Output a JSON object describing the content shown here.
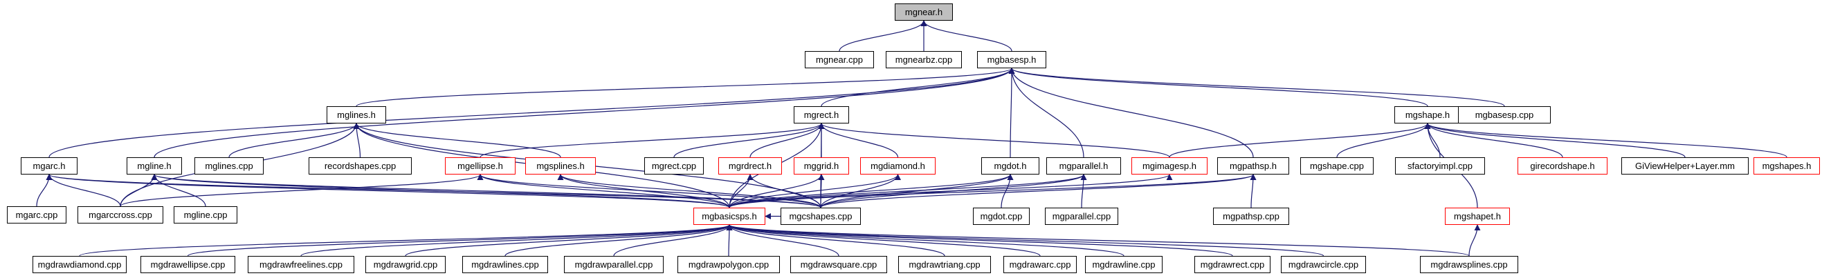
{
  "colors": {
    "edge": "#191970",
    "node_border": "#000000",
    "truncated_border": "#ff0000",
    "root_fill": "#bfbfbf",
    "node_fill": "#ffffff"
  },
  "nodes": [
    {
      "id": "mgnear_h",
      "label": "mgnear.h",
      "style": "root"
    },
    {
      "id": "mgnear_cpp",
      "label": "mgnear.cpp",
      "style": "normal"
    },
    {
      "id": "mgnearbz_cpp",
      "label": "mgnearbz.cpp",
      "style": "normal"
    },
    {
      "id": "mgbasesp_h",
      "label": "mgbasesp.h",
      "style": "normal"
    },
    {
      "id": "mglines_h",
      "label": "mglines.h",
      "style": "normal"
    },
    {
      "id": "mgrect_h",
      "label": "mgrect.h",
      "style": "normal"
    },
    {
      "id": "mgshape_h",
      "label": "mgshape.h",
      "style": "normal"
    },
    {
      "id": "mgbasesp_cpp",
      "label": "mgbasesp.cpp",
      "style": "normal"
    },
    {
      "id": "mgarc_h",
      "label": "mgarc.h",
      "style": "normal"
    },
    {
      "id": "mgline_h",
      "label": "mgline.h",
      "style": "normal"
    },
    {
      "id": "mglines_cpp",
      "label": "mglines.cpp",
      "style": "normal"
    },
    {
      "id": "recordshapes_cpp",
      "label": "recordshapes.cpp",
      "style": "normal"
    },
    {
      "id": "mgellipse_h",
      "label": "mgellipse.h",
      "style": "red"
    },
    {
      "id": "mgsplines_h",
      "label": "mgsplines.h",
      "style": "red"
    },
    {
      "id": "mgrect_cpp",
      "label": "mgrect.cpp",
      "style": "normal"
    },
    {
      "id": "mgrdrect_h",
      "label": "mgrdrect.h",
      "style": "red"
    },
    {
      "id": "mggrid_h",
      "label": "mggrid.h",
      "style": "red"
    },
    {
      "id": "mgdiamond_h",
      "label": "mgdiamond.h",
      "style": "red"
    },
    {
      "id": "mgdot_h",
      "label": "mgdot.h",
      "style": "normal"
    },
    {
      "id": "mgparallel_h",
      "label": "mgparallel.h",
      "style": "normal"
    },
    {
      "id": "mgimagesp_h",
      "label": "mgimagesp.h",
      "style": "red"
    },
    {
      "id": "mgpathsp_h",
      "label": "mgpathsp.h",
      "style": "normal"
    },
    {
      "id": "mgshape_cpp",
      "label": "mgshape.cpp",
      "style": "normal"
    },
    {
      "id": "sfactoryimpl_cpp",
      "label": "sfactoryimpl.cpp",
      "style": "normal"
    },
    {
      "id": "girecordshape_h",
      "label": "girecordshape.h",
      "style": "red"
    },
    {
      "id": "giviewhelper_layer_mm",
      "label": "GiViewHelper+Layer.mm",
      "style": "normal"
    },
    {
      "id": "mgshapes_h",
      "label": "mgshapes.h",
      "style": "red"
    },
    {
      "id": "mgarc_cpp",
      "label": "mgarc.cpp",
      "style": "normal"
    },
    {
      "id": "mgarccross_cpp",
      "label": "mgarccross.cpp",
      "style": "normal"
    },
    {
      "id": "mgline_cpp",
      "label": "mgline.cpp",
      "style": "normal"
    },
    {
      "id": "mgbasicsps_h",
      "label": "mgbasicsps.h",
      "style": "red"
    },
    {
      "id": "mgcshapes_cpp",
      "label": "mgcshapes.cpp",
      "style": "normal"
    },
    {
      "id": "mgdot_cpp",
      "label": "mgdot.cpp",
      "style": "normal"
    },
    {
      "id": "mgparallel_cpp",
      "label": "mgparallel.cpp",
      "style": "normal"
    },
    {
      "id": "mgpathsp_cpp",
      "label": "mgpathsp.cpp",
      "style": "normal"
    },
    {
      "id": "mgshapet_h",
      "label": "mgshapet.h",
      "style": "red"
    },
    {
      "id": "mgdrawdiamond_cpp",
      "label": "mgdrawdiamond.cpp",
      "style": "normal"
    },
    {
      "id": "mgdrawellipse_cpp",
      "label": "mgdrawellipse.cpp",
      "style": "normal"
    },
    {
      "id": "mgdrawfreelines_cpp",
      "label": "mgdrawfreelines.cpp",
      "style": "normal"
    },
    {
      "id": "mgdrawgrid_cpp",
      "label": "mgdrawgrid.cpp",
      "style": "normal"
    },
    {
      "id": "mgdrawlines_cpp",
      "label": "mgdrawlines.cpp",
      "style": "normal"
    },
    {
      "id": "mgdrawparallel_cpp",
      "label": "mgdrawparallel.cpp",
      "style": "normal"
    },
    {
      "id": "mgdrawpolygon_cpp",
      "label": "mgdrawpolygon.cpp",
      "style": "normal"
    },
    {
      "id": "mgdrawsquare_cpp",
      "label": "mgdrawsquare.cpp",
      "style": "normal"
    },
    {
      "id": "mgdrawtriang_cpp",
      "label": "mgdrawtriang.cpp",
      "style": "normal"
    },
    {
      "id": "mgdrawarc_cpp",
      "label": "mgdrawarc.cpp",
      "style": "normal"
    },
    {
      "id": "mgdrawline_cpp",
      "label": "mgdrawline.cpp",
      "style": "normal"
    },
    {
      "id": "mgdrawrect_cpp",
      "label": "mgdrawrect.cpp",
      "style": "normal"
    },
    {
      "id": "mgdrawcircle_cpp",
      "label": "mgdrawcircle.cpp",
      "style": "normal"
    },
    {
      "id": "mgdrawsplines_cpp",
      "label": "mgdrawsplines.cpp",
      "style": "normal"
    }
  ],
  "edges": [
    [
      "mgnear_h",
      "mgnear_cpp"
    ],
    [
      "mgnear_h",
      "mgnearbz_cpp"
    ],
    [
      "mgnear_h",
      "mgbasesp_h"
    ],
    [
      "mgbasesp_h",
      "mglines_h"
    ],
    [
      "mgbasesp_h",
      "mgrect_h"
    ],
    [
      "mgbasesp_h",
      "mgshape_h"
    ],
    [
      "mgbasesp_h",
      "mgbasesp_cpp"
    ],
    [
      "mgbasesp_h",
      "mgarc_h"
    ],
    [
      "mgbasesp_h",
      "mgline_h"
    ],
    [
      "mgbasesp_h",
      "mgdot_h"
    ],
    [
      "mgbasesp_h",
      "mgparallel_h"
    ],
    [
      "mgbasesp_h",
      "mgpathsp_h"
    ],
    [
      "mglines_h",
      "mglines_cpp"
    ],
    [
      "mglines_h",
      "recordshapes_cpp"
    ],
    [
      "mglines_h",
      "mgsplines_h"
    ],
    [
      "mglines_h",
      "mgarccross_cpp"
    ],
    [
      "mglines_h",
      "mgbasicsps_h"
    ],
    [
      "mglines_h",
      "mgcshapes_cpp"
    ],
    [
      "mgrect_h",
      "mgrect_cpp"
    ],
    [
      "mgrect_h",
      "mgellipse_h"
    ],
    [
      "mgrect_h",
      "mgrdrect_h"
    ],
    [
      "mgrect_h",
      "mggrid_h"
    ],
    [
      "mgrect_h",
      "mgdiamond_h"
    ],
    [
      "mgrect_h",
      "mgimagesp_h"
    ],
    [
      "mgrect_h",
      "mgbasicsps_h"
    ],
    [
      "mgrect_h",
      "mgcshapes_cpp"
    ],
    [
      "mgshape_h",
      "mgimagesp_h"
    ],
    [
      "mgshape_h",
      "mgshape_cpp"
    ],
    [
      "mgshape_h",
      "sfactoryimpl_cpp"
    ],
    [
      "mgshape_h",
      "girecordshape_h"
    ],
    [
      "mgshape_h",
      "giviewhelper_layer_mm"
    ],
    [
      "mgshape_h",
      "mgshapes_h"
    ],
    [
      "mgshape_h",
      "mgshapet_h"
    ],
    [
      "mgarc_h",
      "mgarc_cpp"
    ],
    [
      "mgarc_h",
      "mgarccross_cpp"
    ],
    [
      "mgarc_h",
      "mgbasicsps_h"
    ],
    [
      "mgarc_h",
      "mgcshapes_cpp"
    ],
    [
      "mgline_h",
      "mgarccross_cpp"
    ],
    [
      "mgline_h",
      "mgline_cpp"
    ],
    [
      "mgline_h",
      "mgbasicsps_h"
    ],
    [
      "mgline_h",
      "mgcshapes_cpp"
    ],
    [
      "mgellipse_h",
      "mgarccross_cpp"
    ],
    [
      "mgellipse_h",
      "mgbasicsps_h"
    ],
    [
      "mgellipse_h",
      "mgcshapes_cpp"
    ],
    [
      "mgsplines_h",
      "mgbasicsps_h"
    ],
    [
      "mgsplines_h",
      "mgcshapes_cpp"
    ],
    [
      "mgrdrect_h",
      "mgbasicsps_h"
    ],
    [
      "mgrdrect_h",
      "mgcshapes_cpp"
    ],
    [
      "mggrid_h",
      "mgbasicsps_h"
    ],
    [
      "mggrid_h",
      "mgcshapes_cpp"
    ],
    [
      "mgdiamond_h",
      "mgbasicsps_h"
    ],
    [
      "mgdiamond_h",
      "mgcshapes_cpp"
    ],
    [
      "mgdot_h",
      "mgdot_cpp"
    ],
    [
      "mgdot_h",
      "mgbasicsps_h"
    ],
    [
      "mgdot_h",
      "mgcshapes_cpp"
    ],
    [
      "mgparallel_h",
      "mgparallel_cpp"
    ],
    [
      "mgparallel_h",
      "mgbasicsps_h"
    ],
    [
      "mgparallel_h",
      "mgcshapes_cpp"
    ],
    [
      "mgimagesp_h",
      "mgbasicsps_h"
    ],
    [
      "mgpathsp_h",
      "mgpathsp_cpp"
    ],
    [
      "mgpathsp_h",
      "mgbasicsps_h"
    ],
    [
      "mgpathsp_h",
      "mgcshapes_cpp"
    ],
    [
      "mgbasicsps_h",
      "mgcshapes_cpp"
    ],
    [
      "mgbasicsps_h",
      "mgdrawdiamond_cpp"
    ],
    [
      "mgbasicsps_h",
      "mgdrawellipse_cpp"
    ],
    [
      "mgbasicsps_h",
      "mgdrawfreelines_cpp"
    ],
    [
      "mgbasicsps_h",
      "mgdrawgrid_cpp"
    ],
    [
      "mgbasicsps_h",
      "mgdrawlines_cpp"
    ],
    [
      "mgbasicsps_h",
      "mgdrawparallel_cpp"
    ],
    [
      "mgbasicsps_h",
      "mgdrawpolygon_cpp"
    ],
    [
      "mgbasicsps_h",
      "mgdrawsquare_cpp"
    ],
    [
      "mgbasicsps_h",
      "mgdrawtriang_cpp"
    ],
    [
      "mgbasicsps_h",
      "mgdrawarc_cpp"
    ],
    [
      "mgbasicsps_h",
      "mgdrawline_cpp"
    ],
    [
      "mgbasicsps_h",
      "mgdrawrect_cpp"
    ],
    [
      "mgbasicsps_h",
      "mgdrawcircle_cpp"
    ],
    [
      "mgbasicsps_h",
      "mgdrawsplines_cpp"
    ],
    [
      "mgshapet_h",
      "mgdrawsplines_cpp"
    ]
  ]
}
